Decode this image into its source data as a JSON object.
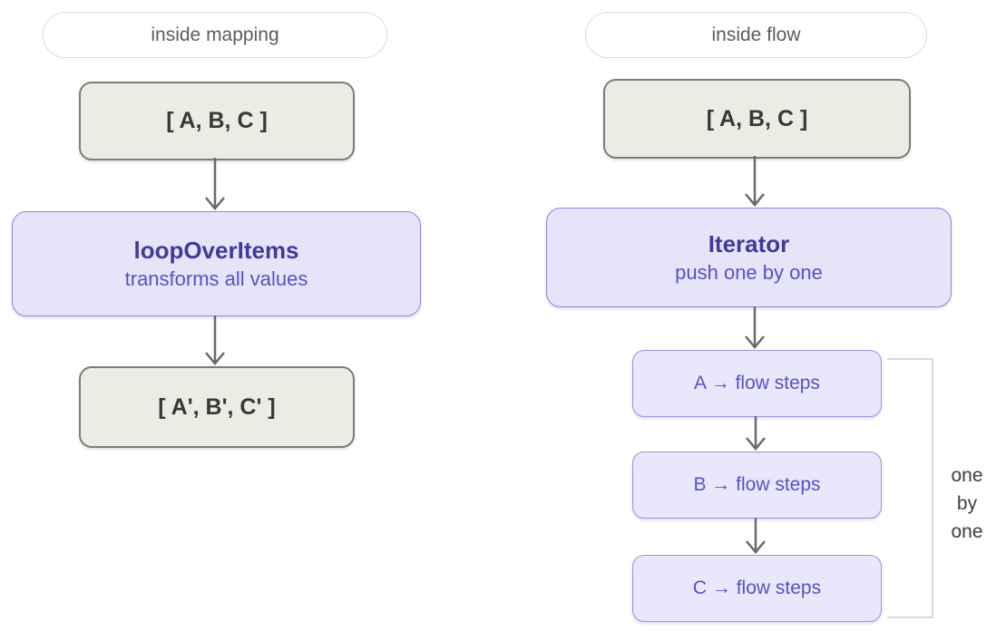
{
  "left_column": {
    "header": "inside mapping",
    "input_box": "[ A, B, C ]",
    "process_box": {
      "title": "loopOverItems",
      "subtitle": "transforms all values"
    },
    "output_box": "[ A', B', C' ]"
  },
  "right_column": {
    "header": "inside flow",
    "input_box": "[ A, B, C ]",
    "process_box": {
      "title": "Iterator",
      "subtitle": "push one by one"
    },
    "steps": [
      "A → flow steps",
      "B → flow steps",
      "C → flow steps"
    ],
    "bracket_label_lines": [
      "one",
      "by",
      "one"
    ]
  },
  "colors": {
    "data_box_bg": "#ecebe4",
    "data_box_border": "#7e7c78",
    "process_box_bg": "#e6e4f9",
    "process_box_border": "#8d87d8",
    "step_box_bg": "#e9e7fb",
    "step_box_border": "#9a93dd",
    "process_title_text": "#44399b",
    "process_sub_text": "#5b50c3",
    "arrow": "#6a6a6a",
    "bracket": "#d9d9d9",
    "pill_text": "#5c5c5c",
    "side_label_text": "#3d3d3d"
  }
}
